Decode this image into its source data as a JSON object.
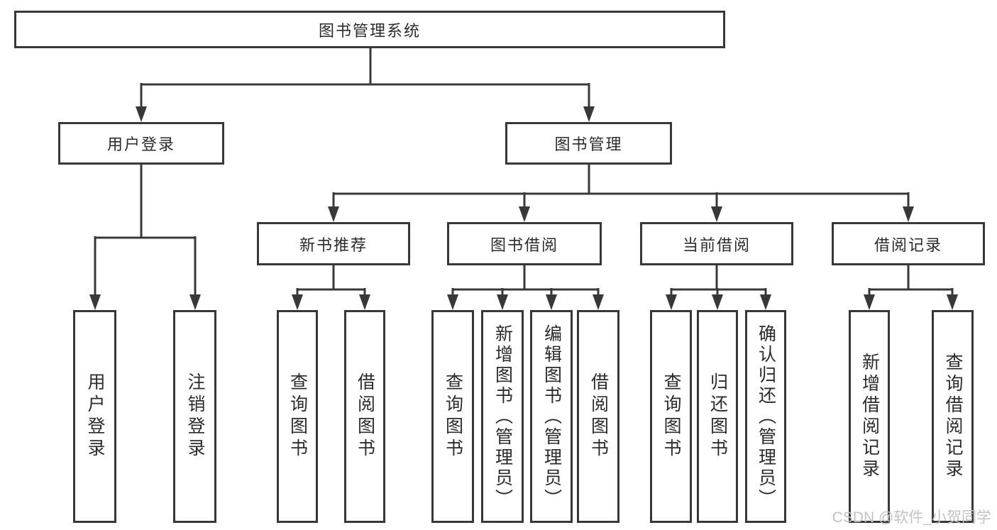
{
  "diagram": {
    "root": {
      "label": "图书管理系统"
    },
    "user_login": {
      "label": "用户登录",
      "children": {
        "login": {
          "label": "用户登录"
        },
        "logout": {
          "label": "注销登录"
        }
      }
    },
    "book_mgmt": {
      "label": "图书管理",
      "children": {
        "new_book_rec": {
          "label": "新书推荐",
          "children": {
            "query": {
              "label": "查询图书"
            },
            "borrow": {
              "label": "借阅图书"
            }
          }
        },
        "book_borrow": {
          "label": "图书借阅",
          "children": {
            "query": {
              "label": "查询图书"
            },
            "add": {
              "label": "新增图书（管理员）"
            },
            "edit": {
              "label": "编辑图书（管理员）"
            },
            "borrow": {
              "label": "借阅图书"
            }
          }
        },
        "current_borrow": {
          "label": "当前借阅",
          "children": {
            "query": {
              "label": "查询图书"
            },
            "return": {
              "label": "归还图书"
            },
            "confirm": {
              "label": "确认归还（管理员）"
            }
          }
        },
        "borrow_records": {
          "label": "借阅记录",
          "children": {
            "add": {
              "label": "新增借阅记录"
            },
            "query": {
              "label": "查询借阅记录"
            }
          }
        }
      }
    }
  },
  "watermark": {
    "text": "CSDN @软件_小贺同学"
  },
  "colors": {
    "line": "#383838",
    "text": "#2b2b2b",
    "watermark": "#c3c3c3",
    "background": "#ffffff"
  }
}
